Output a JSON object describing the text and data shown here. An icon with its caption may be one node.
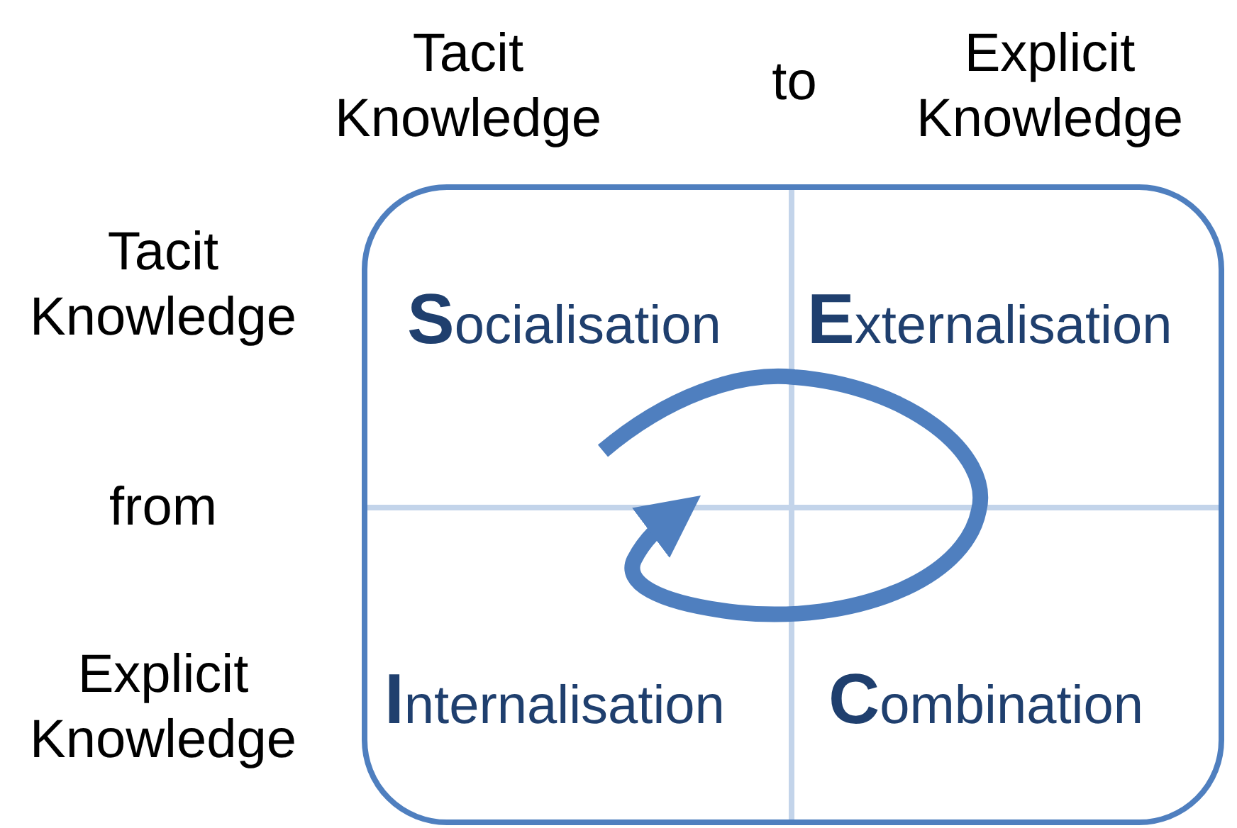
{
  "diagram": {
    "nodes": [
      {
        "text": [],
        "shape": "box"
      },
      {
        "text": [
          "**S**ocialisation"
        ],
        "in": 0
      },
      {
        "text": [
          "**E**xternalisation"
        ],
        "in": 0
      },
      {
        "text": [
          "**I**nternalisation"
        ],
        "in": 0
      },
      {
        "text": [
          "**C**ombination"
        ],
        "in": 0
      }
    ],
    "edges": [],
    "labels": [
      "Tacit Knowledge",
      "to",
      "Explicit Knowledge",
      "Tacit Knowledge",
      "from",
      "Explicit Knowledge"
    ]
  }
}
